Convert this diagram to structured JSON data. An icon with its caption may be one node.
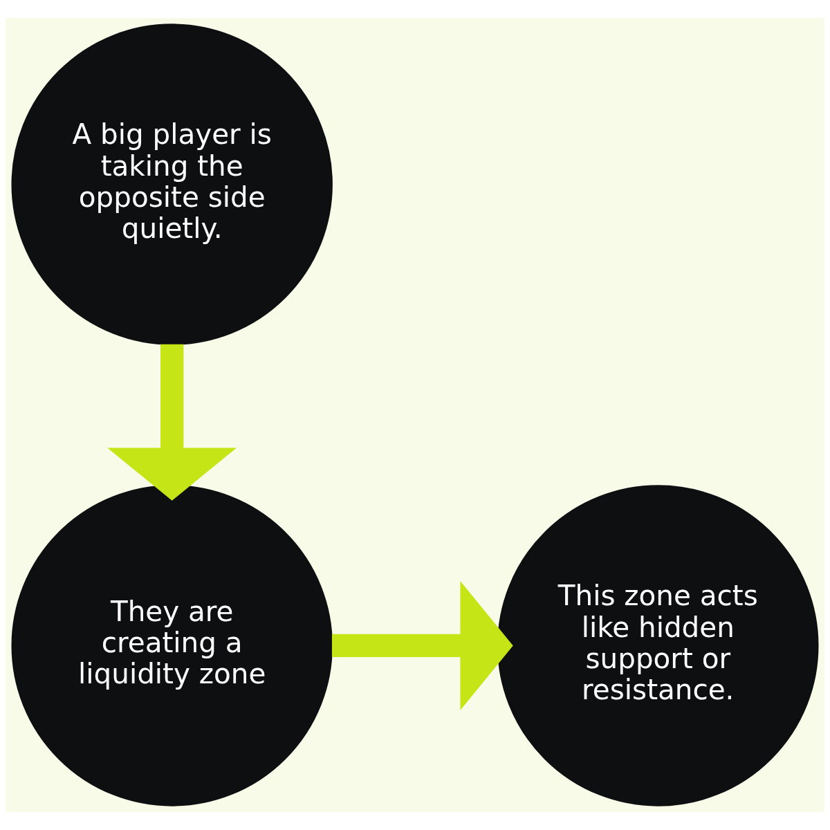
{
  "diagram": {
    "nodes": [
      {
        "text": [
          "A big player is taking the opposite side quietly."
        ]
      },
      {
        "text": [
          "They are creating a liquidity zone"
        ]
      },
      {
        "text": [
          "This zone acts like hidden support or resistance."
        ]
      }
    ],
    "edges": [
      {
        "from": 0,
        "to": 1,
        "arrow": "to"
      },
      {
        "from": 1,
        "to": 2,
        "arrow": "to"
      }
    ]
  }
}
